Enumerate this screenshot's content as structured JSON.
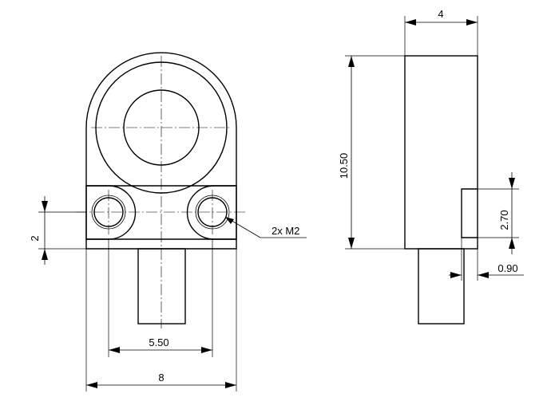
{
  "drawing": {
    "front_view": {
      "dim_width_total": "8",
      "dim_hole_spacing": "5.50",
      "dim_hole_height": "2",
      "callout_holes": "2x M2"
    },
    "side_view": {
      "dim_thickness": "4",
      "dim_height": "10.50",
      "dim_step_height": "2.70",
      "dim_step_depth": "0.90"
    }
  }
}
